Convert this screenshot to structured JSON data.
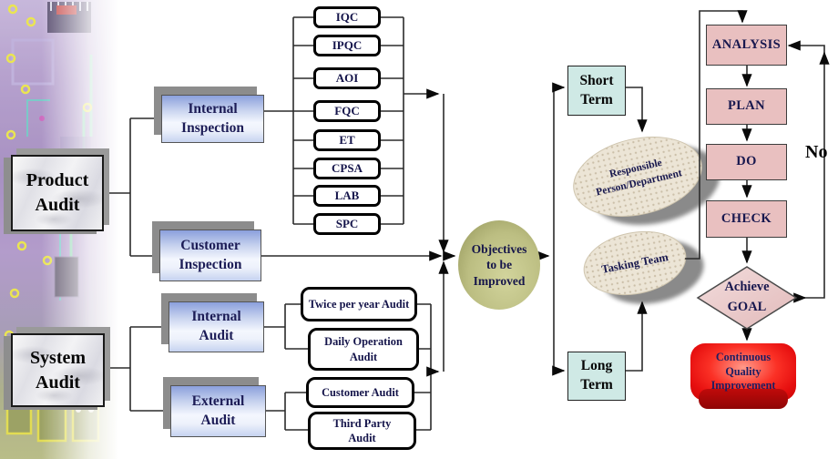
{
  "nodes": {
    "product_audit": {
      "lines": [
        "Product",
        "Audit"
      ]
    },
    "system_audit": {
      "lines": [
        "System",
        "Audit"
      ]
    },
    "internal_inspection": {
      "lines": [
        "Internal",
        "Inspection"
      ]
    },
    "customer_inspection": {
      "lines": [
        "Customer",
        "Inspection"
      ]
    },
    "internal_audit": {
      "lines": [
        "Internal",
        "Audit"
      ]
    },
    "external_audit": {
      "lines": [
        "External",
        "Audit"
      ]
    },
    "qc_boxes": [
      "IQC",
      "IPQC",
      "AOI",
      "FQC",
      "ET",
      "CPSA",
      "LAB",
      "SPC"
    ],
    "twice_audit": {
      "lines": [
        "Twice per year Audit"
      ]
    },
    "daily_audit": {
      "lines": [
        "Daily Operation",
        "Audit"
      ]
    },
    "customer_audit": {
      "lines": [
        "Customer Audit"
      ]
    },
    "third_party_audit": {
      "lines": [
        "Third Party",
        "Audit"
      ]
    },
    "objectives": {
      "lines": [
        "Objectives",
        "to be",
        "Improved"
      ]
    },
    "short_term": {
      "lines": [
        "Short",
        "Term"
      ]
    },
    "long_term": {
      "lines": [
        "Long",
        "Term"
      ]
    },
    "responsible": {
      "lines": [
        "Responsible",
        "Person/Department"
      ]
    },
    "tasking": {
      "lines": [
        "Tasking Team"
      ]
    },
    "pdca": [
      "ANALYSIS",
      "PLAN",
      "DO",
      "CHECK"
    ],
    "achieve_goal": {
      "lines": [
        "Achieve",
        "GOAL"
      ]
    },
    "continuous": {
      "lines": [
        "Continuous",
        "Quality",
        "Improvement"
      ]
    },
    "no_label": "No"
  },
  "colors": {
    "blue_box_top": "#8ba0dc",
    "cyan_box": "#cfe9e5",
    "pdca_box": "#e9c0c0",
    "diamond_pink": "#ecd2d2",
    "olive_circle": "#bcbe82",
    "red_box": "#e60f0f",
    "ellipse_beige": "#ece5d6",
    "shadow_gray": "#8c8c8c",
    "line": "#2b2b2b",
    "text_navy": "#17174e"
  }
}
